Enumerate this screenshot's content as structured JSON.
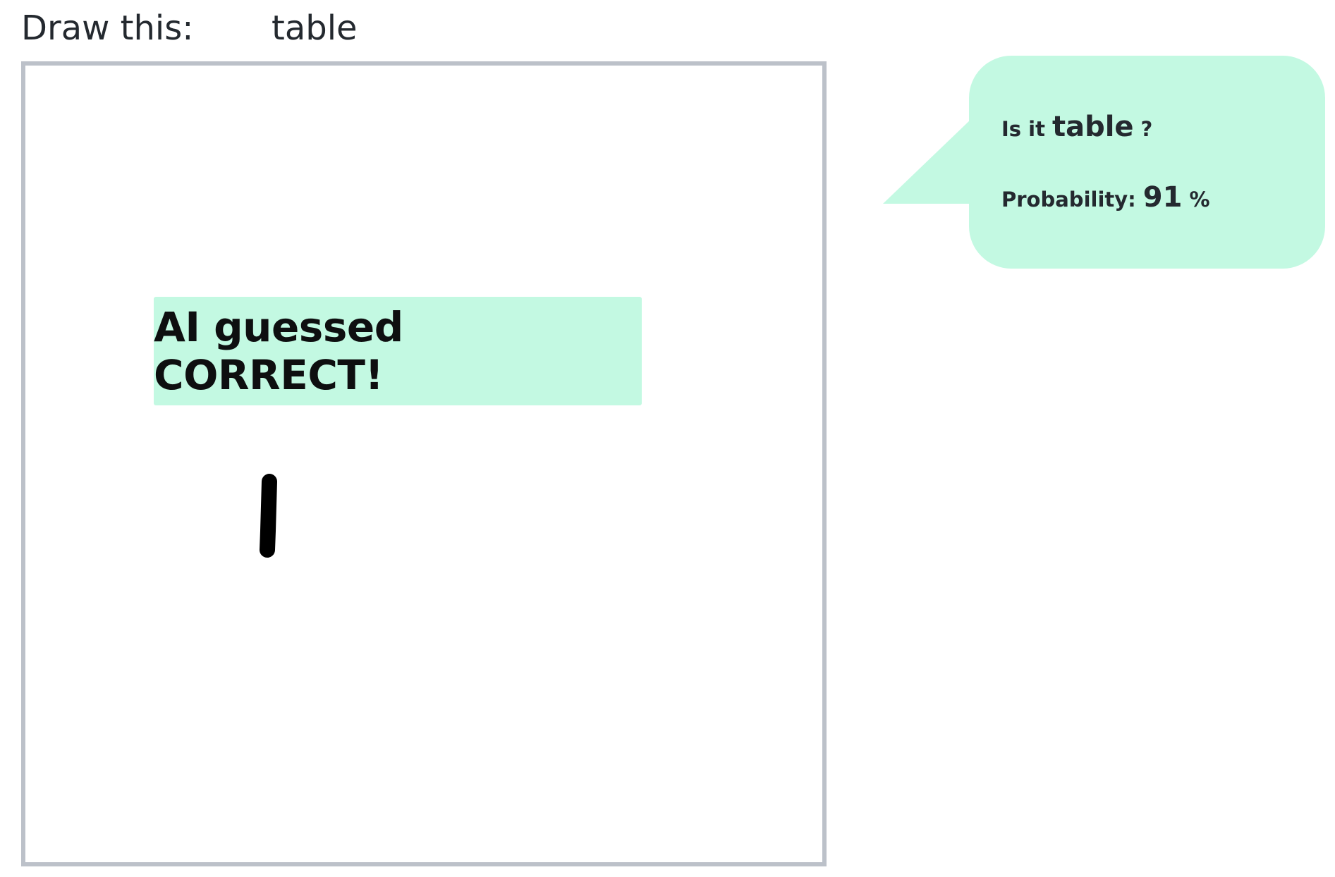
{
  "prompt": {
    "label": "Draw this:",
    "word": "table"
  },
  "canvas": {
    "stroke_color": "#000000",
    "border_color": "#bcc1c9"
  },
  "result": {
    "message": "AI guessed CORRECT!",
    "background_color": "#c3f9e2"
  },
  "guess_bubble": {
    "question_prefix": "Is it",
    "guess": "table",
    "question_suffix": "?",
    "probability_label": "Probability:",
    "probability_value": "91",
    "probability_unit": "%",
    "background_color": "#c3f9e2"
  }
}
